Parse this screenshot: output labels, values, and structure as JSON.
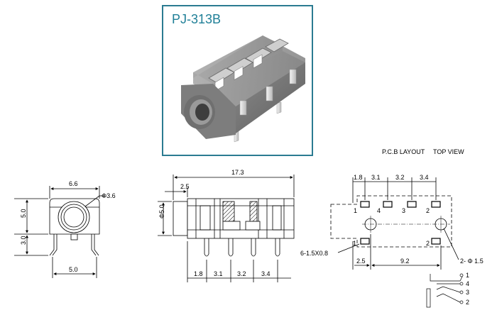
{
  "product": {
    "title": "PJ-313B",
    "frame_color": "#2b7b91",
    "title_color": "#1f7f97"
  },
  "front_view": {
    "width": "6.6",
    "hole_dia": "Φ3.6",
    "height": "5.0",
    "lead_height": "3.0",
    "pin_span": "5.0"
  },
  "side_view": {
    "length": "17.3",
    "offset": "2.5",
    "dia": "Φ5.0",
    "spacing": [
      "1.8",
      "3.1",
      "3.2",
      "3.4"
    ]
  },
  "pcb_layout": {
    "caption_left": "P.C.B LAYOUT",
    "caption_right": "TOP VIEW",
    "spacing": [
      "1.8",
      "3.1",
      "3.2",
      "3.4"
    ],
    "pad_labels_top": [
      "1",
      "4",
      "3",
      "2"
    ],
    "pad_labels_bottom": [
      "1",
      "2"
    ],
    "slot_size": "6-1.5X0.8",
    "offset": "2.5",
    "hole_spacing": "9.2",
    "hole_dia": "2- Φ 1.5"
  },
  "schematic": {
    "pins": [
      "1",
      "4",
      "3",
      "2"
    ]
  }
}
